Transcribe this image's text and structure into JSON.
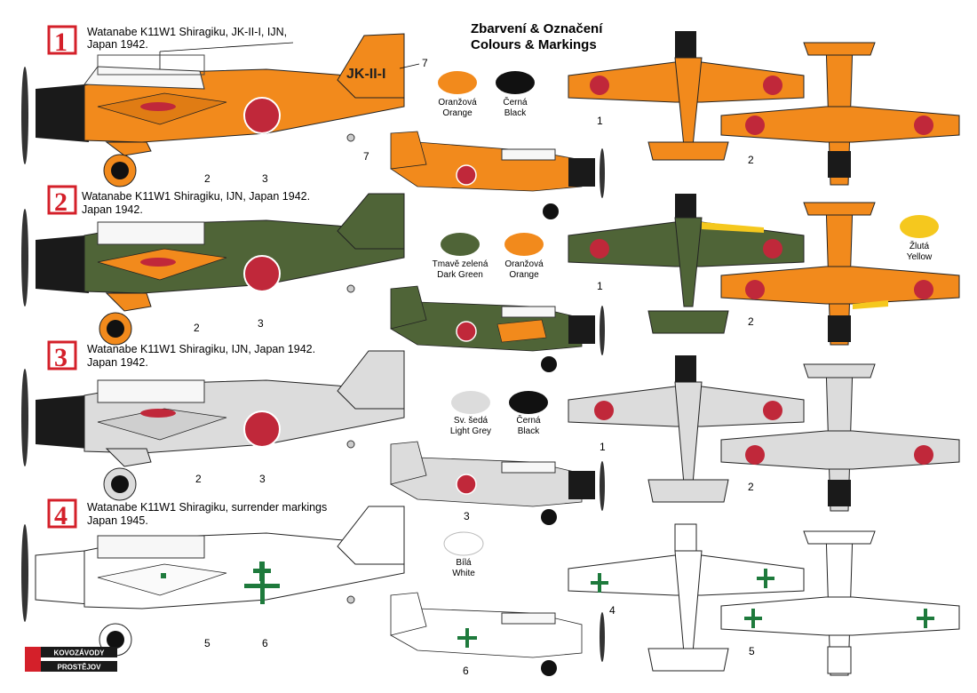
{
  "heading": {
    "line1": "Zbarvení & Označení",
    "line2": "Colours & Markings"
  },
  "schemes": [
    {
      "number": "1",
      "caption1": "Watanabe K11W1 Shiragiku, JK-II-I, IJN,",
      "caption2": "Japan 1942.",
      "tail_code": "JK-II-I",
      "main_color": "#f28a1c"
    },
    {
      "number": "2",
      "caption1": "Watanabe K11W1 Shiragiku, IJN, Japan 1942.",
      "caption2": "Japan 1942.",
      "main_color": "#4f6437"
    },
    {
      "number": "3",
      "caption1": "Watanabe K11W1 Shiragiku, IJN, Japan 1942.",
      "caption2": "Japan 1942.",
      "main_color": "#dcdcdc"
    },
    {
      "number": "4",
      "caption1": "Watanabe K11W1 Shiragiku, surrender markings",
      "caption2": "Japan 1945.",
      "main_color": "#ffffff"
    }
  ],
  "swatches": [
    {
      "cz": "Oranžová",
      "en": "Orange",
      "color": "#f28a1c"
    },
    {
      "cz": "Černá",
      "en": "Black",
      "color": "#111111"
    },
    {
      "cz": "Tmavě zelená",
      "en": "Dark Green",
      "color": "#4f6437"
    },
    {
      "cz": "Oranžová",
      "en": "Orange",
      "color": "#f28a1c"
    },
    {
      "cz": "Žlutá",
      "en": "Yellow",
      "color": "#f5c81e"
    },
    {
      "cz": "Sv. šedá",
      "en": "Light Grey",
      "color": "#dcdcdc"
    },
    {
      "cz": "Černá",
      "en": "Black",
      "color": "#111111"
    },
    {
      "cz": "Bílá",
      "en": "White",
      "color": "#ffffff"
    }
  ],
  "callouts": {
    "n1": "1",
    "n2": "2",
    "n3": "3",
    "n4": "4",
    "n5": "5",
    "n6": "6",
    "n7": "7"
  },
  "logo": {
    "line1": "KOVOZÁVODY",
    "line2": "PROSTĚJOV"
  },
  "colors": {
    "hinomaru": "#c0283a",
    "cross_green": "#1e7a3c",
    "badge_red": "#d4202a",
    "black": "#1a1a1a",
    "yellow": "#f5c81e"
  }
}
